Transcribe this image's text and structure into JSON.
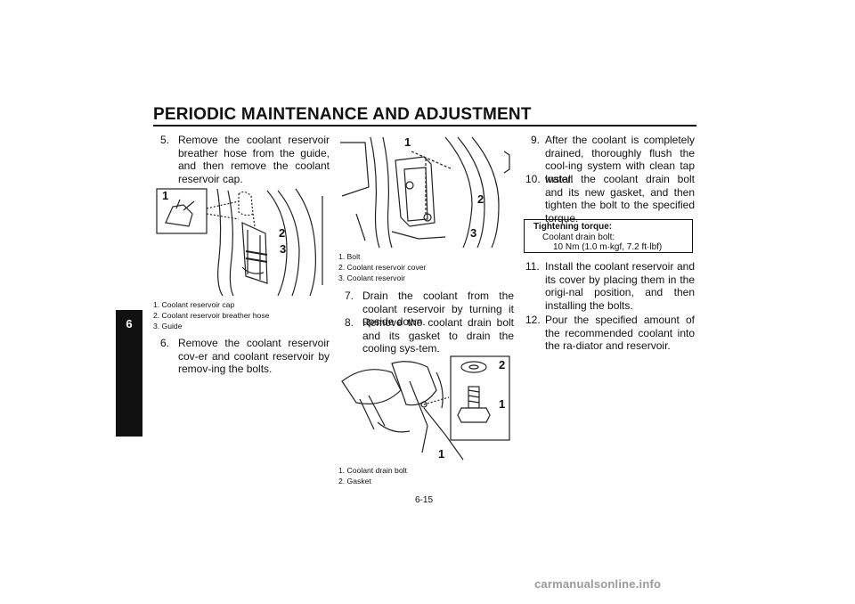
{
  "header": {
    "title": "PERIODIC MAINTENANCE AND ADJUSTMENT",
    "chapter_tab": "6"
  },
  "col1": {
    "step5": {
      "num": "5.",
      "text": "Remove the coolant reservoir breather hose from the guide, and then remove the coolant reservoir cap."
    },
    "fig1": {
      "callouts": [
        "1",
        "2",
        "3"
      ],
      "captions": [
        "1. Coolant reservoir cap",
        "2. Coolant reservoir breather hose",
        "3. Guide"
      ]
    },
    "step6": {
      "num": "6.",
      "text": "Remove the coolant reservoir cov-er and coolant reservoir by remov-ing the bolts."
    }
  },
  "col2": {
    "fig2": {
      "callouts": [
        "1",
        "2",
        "3"
      ],
      "captions": [
        "1. Bolt",
        "2. Coolant reservoir cover",
        "3. Coolant reservoir"
      ]
    },
    "step7": {
      "num": "7.",
      "text": "Drain the coolant from the coolant reservoir by turning it upside down."
    },
    "step8": {
      "num": "8.",
      "text": "Remove the coolant drain bolt and its gasket to drain the cooling sys-tem."
    },
    "fig3": {
      "callouts": [
        "2",
        "1",
        "1"
      ],
      "captions": [
        "1. Coolant drain bolt",
        "2. Gasket"
      ]
    }
  },
  "col3": {
    "step9": {
      "num": "9.",
      "text": "After the coolant is completely drained, thoroughly flush the cool-ing system with clean tap water."
    },
    "step10": {
      "num": "10.",
      "text": "Install the coolant drain bolt and its new gasket, and then tighten the bolt to the specified torque."
    },
    "torque": {
      "title": "Tightening torque:",
      "item": "Coolant drain bolt:",
      "value": "10 Nm (1.0 m·kgf, 7.2 ft·lbf)"
    },
    "step11": {
      "num": "11.",
      "text": "Install the coolant reservoir and its cover by placing them in the origi-nal position, and then installing the bolts."
    },
    "step12": {
      "num": "12.",
      "text": "Pour the specified amount of the recommended coolant into the ra-diator and reservoir."
    }
  },
  "page_number": "6-15",
  "footer": "carmanualsonline.info"
}
